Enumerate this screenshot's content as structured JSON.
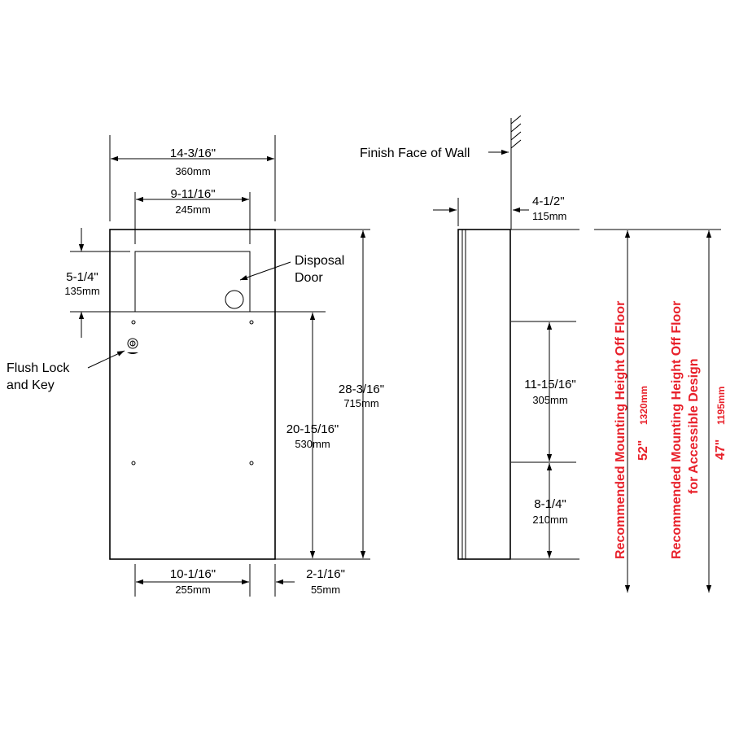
{
  "dimensions": {
    "overall_width": {
      "imperial": "14-3/16\"",
      "metric": "360mm"
    },
    "door_width": {
      "imperial": "9-11/16\"",
      "metric": "245mm"
    },
    "top_to_door": {
      "imperial": "5-1/4\"",
      "metric": "135mm"
    },
    "overall_height": {
      "imperial": "28-3/16\"",
      "metric": "715mm"
    },
    "lower_height": {
      "imperial": "20-15/16\"",
      "metric": "530mm"
    },
    "bottom_width": {
      "imperial": "10-1/16\"",
      "metric": "255mm"
    },
    "side_offset": {
      "imperial": "2-1/16\"",
      "metric": "55mm"
    },
    "depth": {
      "imperial": "4-1/2\"",
      "metric": "115mm"
    },
    "side_upper": {
      "imperial": "11-15/16\"",
      "metric": "305mm"
    },
    "side_lower": {
      "imperial": "8-1/4\"",
      "metric": "210mm"
    }
  },
  "labels": {
    "finish_face": "Finish Face of Wall",
    "disposal_line1": "Disposal",
    "disposal_line2": "Door",
    "lock_line1": "Flush Lock",
    "lock_line2": "and Key"
  },
  "mounting": {
    "standard": {
      "title": "Recommended Mounting Height Off Floor",
      "imperial": "52\"",
      "metric": "1320mm"
    },
    "accessible": {
      "title_line1": "Recommended Mounting Height Off Floor",
      "title_line2": "for Accessible Design",
      "imperial": "47\"",
      "metric": "1195mm"
    }
  },
  "colors": {
    "line": "#000000",
    "accent": "#e8202a"
  }
}
